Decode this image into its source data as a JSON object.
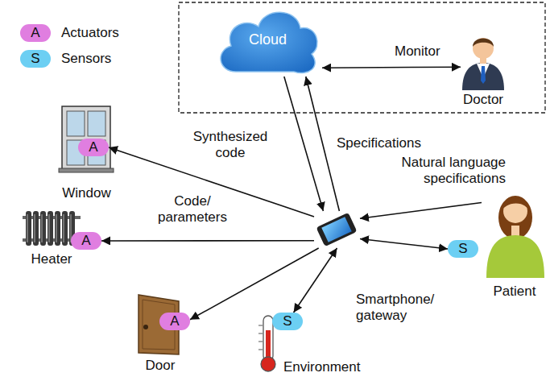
{
  "diagram": {
    "nodes": [
      {
        "text": [
          "Cloud"
        ]
      },
      {
        "text": [
          "Doctor"
        ]
      },
      {
        "text": [
          "Window"
        ]
      },
      {
        "text": [
          "A"
        ],
        "in": 2
      },
      {
        "text": [
          "Heater"
        ]
      },
      {
        "text": [
          "A"
        ],
        "in": 4
      },
      {
        "text": [
          "Smartphone/ gateway"
        ]
      },
      {
        "text": [
          "Patient"
        ]
      },
      {
        "text": [
          "S"
        ],
        "in": 7
      },
      {
        "text": [
          "Door"
        ]
      },
      {
        "text": [
          "A"
        ],
        "in": 9
      },
      {
        "text": [
          "Environment"
        ]
      },
      {
        "text": [
          "S"
        ],
        "in": 11
      }
    ],
    "edges": [
      {
        "from": 0,
        "to": 1,
        "arrow": "both",
        "label": "Monitor"
      },
      {
        "from": 0,
        "to": 6,
        "arrow": "to",
        "label": "Synthesized code"
      },
      {
        "from": 6,
        "to": 0,
        "arrow": "to",
        "label": "Specifications"
      },
      {
        "from": 7,
        "to": 6,
        "arrow": "to",
        "label": "Natural language specifications"
      },
      {
        "from": 6,
        "to": 3,
        "arrow": "to"
      },
      {
        "from": 6,
        "to": 5,
        "arrow": "to",
        "label": "Code/ parameters"
      },
      {
        "from": 6,
        "to": 10,
        "arrow": "to"
      },
      {
        "from": 6,
        "to": 8,
        "arrow": "both"
      },
      {
        "from": 6,
        "to": 12,
        "arrow": "both"
      }
    ],
    "labels": [
      "A",
      "S"
    ],
    "legend": [
      {
        "text": "Actuators",
        "color": "#e07ee0"
      },
      {
        "text": "Sensors",
        "color": "#6ccff3"
      }
    ]
  }
}
